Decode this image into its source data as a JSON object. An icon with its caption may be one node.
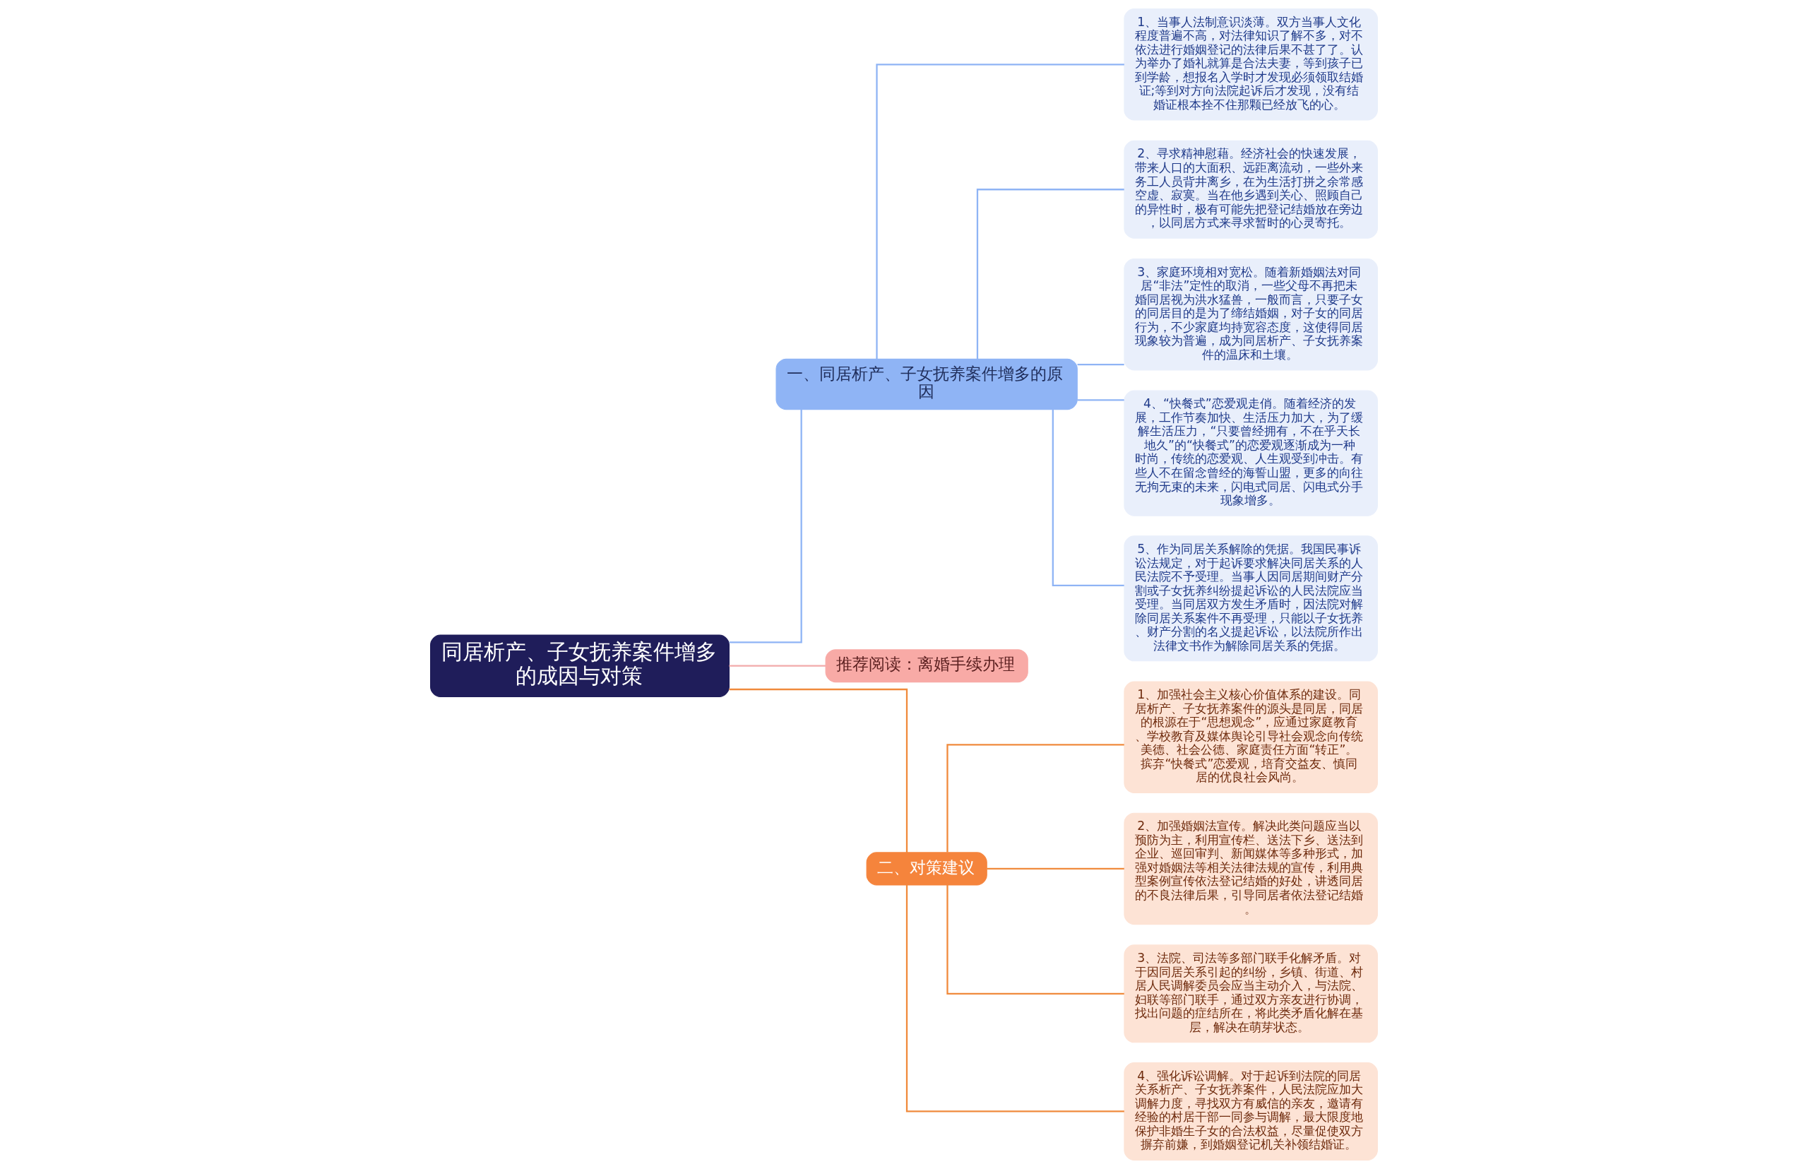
{
  "diagram": {
    "nodes": [
      {
        "text": [
          "同居析产、子女抚养案件增多的成因与对策"
        ]
      },
      {
        "text": [
          "一、同居析产、子女抚养案件增多的原因"
        ]
      },
      {
        "text": [
          "1、当事人法制意识淡薄。双方当事人文化程度普遍不高，对法律知识了解不多，对不依法进行婚姻登记的法律后果不甚了了。认为举办了婚礼就算是合法夫妻，等到孩子已到学龄，想报名入学时才发现必须领取结婚证;等到对方向法院起诉后才发现，没有结婚证根本拴不住那颗已经放飞的心。"
        ]
      },
      {
        "text": [
          "2、寻求精神慰藉。经济社会的快速发展，带来人口的大面积、远距离流动，一些外来务工人员背井离乡，在为生活打拼之余常感空虚、寂寞。当在他乡遇到关心、照顾自己的异性时，极有可能先把登记结婚放在旁边，以同居方式来寻求暂时的心灵寄托。"
        ]
      },
      {
        "text": [
          "3、家庭环境相对宽松。随着新婚姻法对同居“非法”定性的取消，一些父母不再把未婚同居视为洪水猛兽，一般而言，只要子女的同居目的是为了缔结婚姻，对子女的同居行为，不少家庭均持宽容态度，这使得同居现象较为普遍，成为同居析产、子女抚养案件的温床和土壤。"
        ]
      },
      {
        "text": [
          "4、“快餐式”恋爱观走俏。随着经济的发展，工作节奏加快、生活压力加大，为了缓解生活压力，“只要曾经拥有，不在乎天长地久”的“快餐式”的恋爱观逐渐成为一种时尚，传统的恋爱观、人生观受到冲击。有些人不在留念曾经的海誓山盟，更多的向往无拘无束的未来，闪电式同居、闪电式分手现象增多。"
        ]
      },
      {
        "text": [
          "5、作为同居关系解除的凭据。我国民事诉讼法规定，对于起诉要求解决同居关系的人民法院不予受理。当事人因同居期间财产分割或子女抚养纠纷提起诉讼的人民法院应当受理。当同居双方发生矛盾时，因法院对解除同居关系案件不再受理，只能以子女抚养、财产分割的名义提起诉讼，以法院所作出法律文书作为解除同居关系的凭据。"
        ]
      },
      {
        "text": [
          "推荐阅读：离婚手续办理"
        ]
      },
      {
        "text": [
          "二、对策建议"
        ]
      },
      {
        "text": [
          "1、加强社会主义核心价值体系的建设。同居析产、子女抚养案件的源头是同居，同居的根源在于“思想观念”，应通过家庭教育、学校教育及媒体舆论引导社会观念向传统美德、社会公德、家庭责任方面“转正”。摈弃“快餐式”恋爱观，培育交益友、慎同居的优良社会风尚。"
        ]
      },
      {
        "text": [
          "2、加强婚姻法宣传。解决此类问题应当以预防为主，利用宣传栏、送法下乡、送法到企业、巡回审判、新闻媒体等多种形式，加强对婚姻法等相关法律法规的宣传，利用典型案例宣传依法登记结婚的好处，讲透同居的不良法律后果，引导同居者依法登记结婚。"
        ]
      },
      {
        "text": [
          "3、法院、司法等多部门联手化解矛盾。对于因同居关系引起的纠纷，乡镇、街道、村居人民调解委员会应当主动介入，与法院、妇联等部门联手，通过双方亲友进行协调，找出问题的症结所在，将此类矛盾化解在基层，解决在萌芽状态。"
        ]
      },
      {
        "text": [
          "4、强化诉讼调解。对于起诉到法院的同居关系析产、子女抚养案件，人民法院应加大调解力度，寻找双方有威信的亲友，邀请有经验的村居干部一同参与调解，最大限度地保护非婚生子女的合法权益，尽量促使双方摒弃前嫌，到婚姻登记机关补领结婚证。"
        ]
      }
    ],
    "edges": [
      {
        "from": 0,
        "to": 1,
        "arrow": "none",
        "color": "#8fb4f5"
      },
      {
        "from": 1,
        "to": 2,
        "arrow": "none",
        "color": "#8fb4f5"
      },
      {
        "from": 1,
        "to": 3,
        "arrow": "none",
        "color": "#8fb4f5"
      },
      {
        "from": 1,
        "to": 4,
        "arrow": "none",
        "color": "#8fb4f5"
      },
      {
        "from": 1,
        "to": 5,
        "arrow": "none",
        "color": "#8fb4f5"
      },
      {
        "from": 1,
        "to": 6,
        "arrow": "none",
        "color": "#8fb4f5"
      },
      {
        "from": 0,
        "to": 7,
        "arrow": "none",
        "color": "#f2aaaa"
      },
      {
        "from": 0,
        "to": 8,
        "arrow": "none",
        "color": "#f08a3c"
      },
      {
        "from": 8,
        "to": 9,
        "arrow": "none",
        "color": "#f08a3c"
      },
      {
        "from": 8,
        "to": 10,
        "arrow": "none",
        "color": "#f08a3c"
      },
      {
        "from": 8,
        "to": 11,
        "arrow": "none",
        "color": "#f08a3c"
      },
      {
        "from": 8,
        "to": 12,
        "arrow": "none",
        "color": "#f08a3c"
      }
    ]
  }
}
